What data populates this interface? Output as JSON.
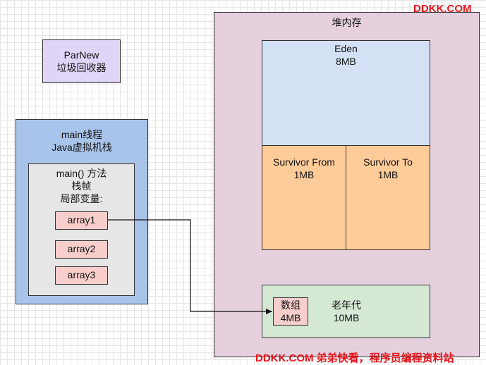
{
  "parnew": {
    "line1": "ParNew",
    "line2": "垃圾回收器"
  },
  "thread": {
    "line1": "main线程",
    "line2": "Java虚拟机栈"
  },
  "stack_frame": {
    "line1": "main() 方法",
    "line2": "栈帧",
    "line3": "局部变量:"
  },
  "local_vars": [
    "array1",
    "array2",
    "array3"
  ],
  "heap": {
    "title": "堆内存",
    "eden": {
      "name": "Eden",
      "size": "8MB"
    },
    "survivor_from": {
      "name": "Survivor From",
      "size": "1MB"
    },
    "survivor_to": {
      "name": "Survivor To",
      "size": "1MB"
    },
    "old_gen": {
      "name": "老年代",
      "size": "10MB"
    },
    "array_object": {
      "name": "数组",
      "size": "4MB"
    }
  },
  "watermark": {
    "top": "DDKK.COM",
    "bottom": "DDKK.COM 弟弟快看，程序员编程资料站"
  },
  "colors": {
    "parnew": "#e1d5f7",
    "thread": "#a9c4eb",
    "frame": "#e6e6e6",
    "local_var": "#f8cecc",
    "heap": "#e6d0de",
    "eden": "#d4e1f5",
    "survivor": "#ffcc99",
    "old_gen": "#d5e8d4",
    "watermark": "#e8141b"
  }
}
